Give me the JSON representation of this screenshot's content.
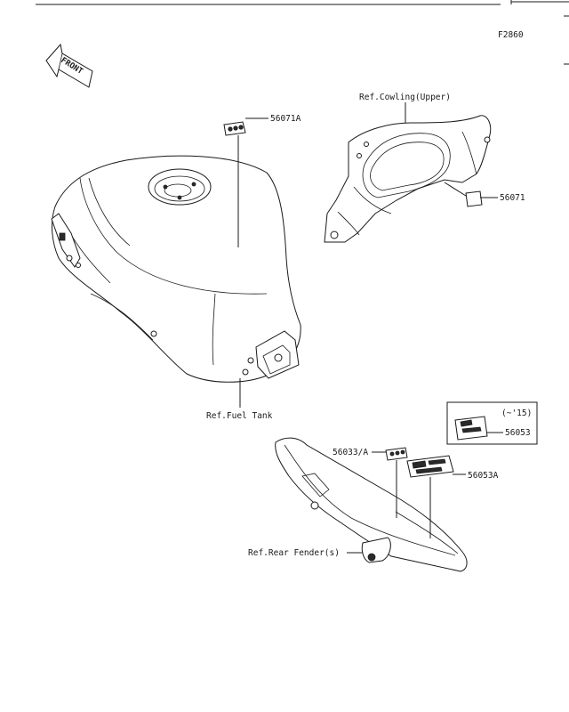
{
  "figure_code": "F2860",
  "front_label": "FRONT",
  "labels": {
    "p56071A": "56071A",
    "p56071": "56071",
    "p56033A": "56033/A",
    "p56053A": "56053A",
    "p56053": "56053",
    "range": "(~'15)",
    "ref_cowling": "Ref.Cowling(Upper)",
    "ref_fuel_tank": "Ref.Fuel Tank",
    "ref_rear_fender": "Ref.Rear Fender(s)"
  }
}
